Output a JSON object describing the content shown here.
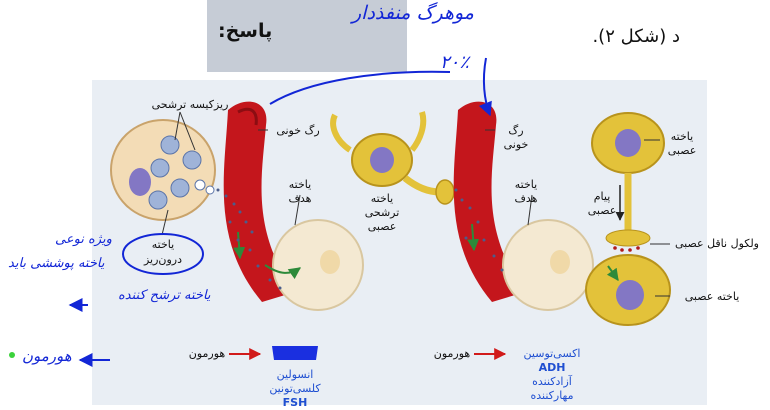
{
  "header": {
    "answer_label": "پاسخ:",
    "figure_ref": "د (شکل ۲)."
  },
  "handwriting": {
    "top_note": "موهرگ منفذدار",
    "percent": "۲۰٪",
    "left_note_1": "ویژه نوعی",
    "left_note_2": "یاخته پوششی باید",
    "left_note_3": "یاخته ترشح کننده",
    "hormone_note": "هورمون"
  },
  "left_panel": {
    "vesicle_label": "ریزکیسه ترشحی",
    "vessel_label": "رگ خونی",
    "target_cell": "یاخته هدف",
    "endocrine_cell_1": "یاخته",
    "endocrine_cell_2": "درون‌ریز",
    "hormone": "هورمون",
    "hormone_examples": [
      "انسولین",
      "کلسی‌تونین",
      "FSH"
    ]
  },
  "middle_panel": {
    "secretory_neuron": "یاخته ترشحی عصبی",
    "vessel_label": "رگ خونی",
    "target_cell": "یاخته هدف",
    "hormone": "هورمون",
    "hormone_examples": [
      "اکسی‌توسین",
      "ADH",
      "آزادکننده",
      "مهارکننده"
    ]
  },
  "right_panel": {
    "neuron_top": "یاخته عصبی",
    "message": "پیام عصبی",
    "neurotransmitter": "ولکول ناقل عصبی",
    "neuron_bottom": "یاخته عصبی"
  },
  "colors": {
    "vessel": "#c4161c",
    "cell_yellow": "#e3c23a",
    "nucleus": "#8377c4",
    "arrow_red": "#d11a1a",
    "arrow_green": "#2d8a3a",
    "ink_blue": "#1226d6"
  }
}
